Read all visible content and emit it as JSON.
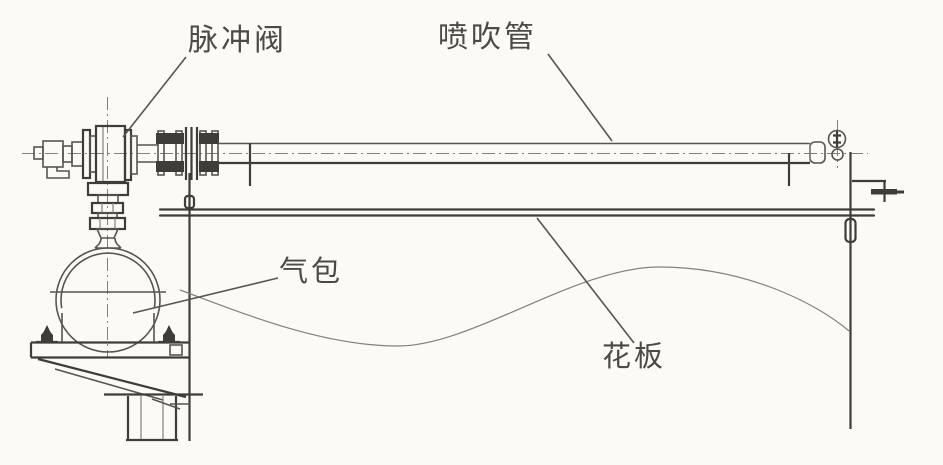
{
  "figure": {
    "type": "technical-line-drawing",
    "subject": "pulse-jet bag filter blowing system side view"
  },
  "labels": {
    "pulse_valve": "脉冲阀",
    "blow_pipe": "喷吹管",
    "air_tank": "气包",
    "tube_sheet": "花板"
  },
  "colors": {
    "paper": "#fbfaf7",
    "ink": "#57554f",
    "ink_dark": "#3f3d38",
    "ink_light": "#83817a",
    "label": "#4c4a45"
  }
}
